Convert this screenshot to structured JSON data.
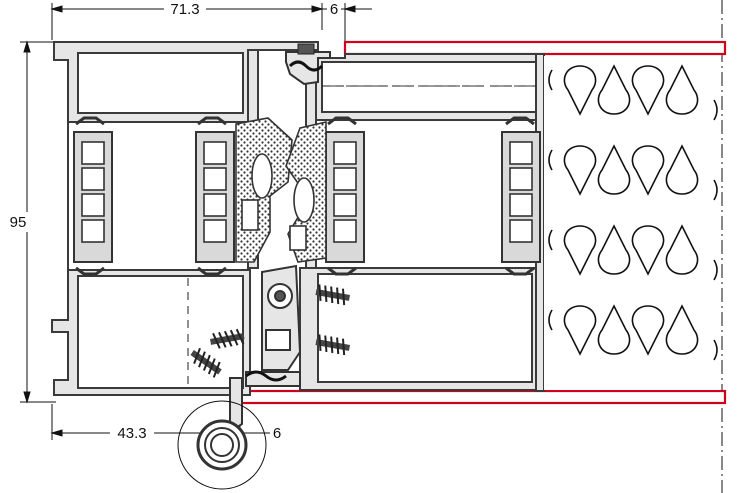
{
  "dimensions": {
    "top_width": "71.3",
    "top_gap": "6",
    "height": "95",
    "bottom_width": "43.3",
    "bottom_gap": "6"
  },
  "colors": {
    "profile_fill": "#e6e6e6",
    "profile_outline": "#3a3a3a",
    "panel_edge": "#d0021b",
    "line": "#111111",
    "background": "#ffffff"
  }
}
